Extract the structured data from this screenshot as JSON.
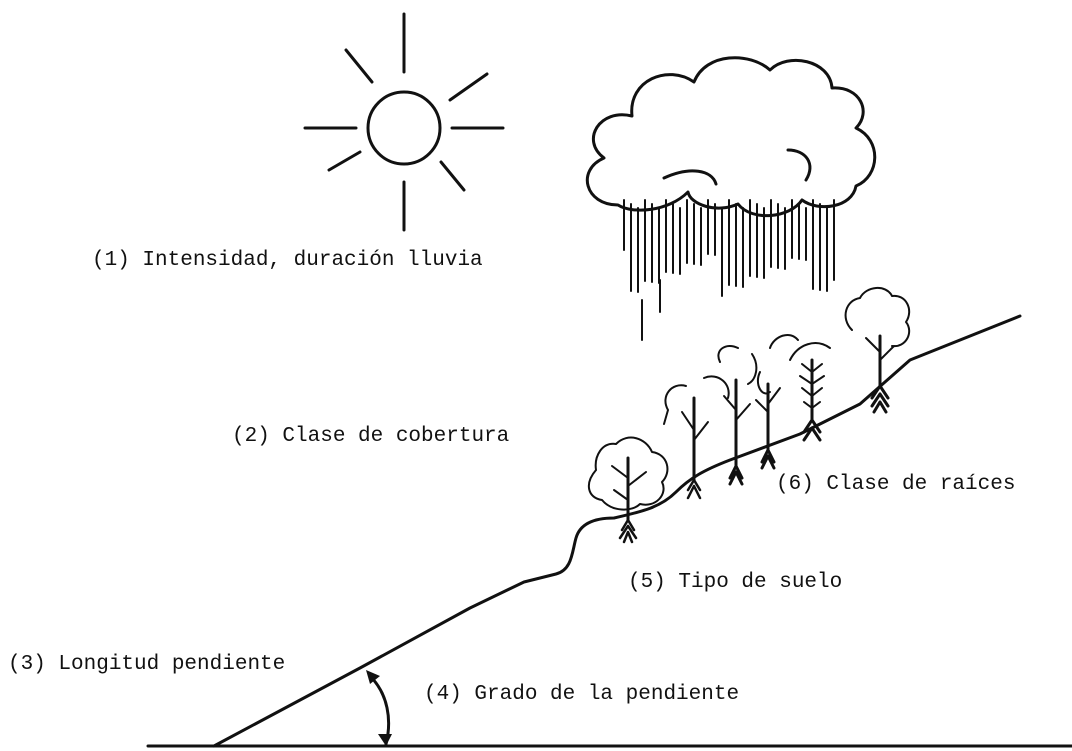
{
  "labels": {
    "rain": "(1) Intensidad, duración lluvia",
    "cover": "(2) Clase de cobertura",
    "slope_length": "(3) Longitud pendiente",
    "slope_grade": "(4) Grado de la pendiente",
    "soil": "(5) Tipo de suelo",
    "roots": "(6) Clase de raíces"
  },
  "colors": {
    "ink": "#111111",
    "background": "#ffffff"
  },
  "icons": [
    "sun-icon",
    "rain-cloud-icon",
    "tree-icon"
  ]
}
